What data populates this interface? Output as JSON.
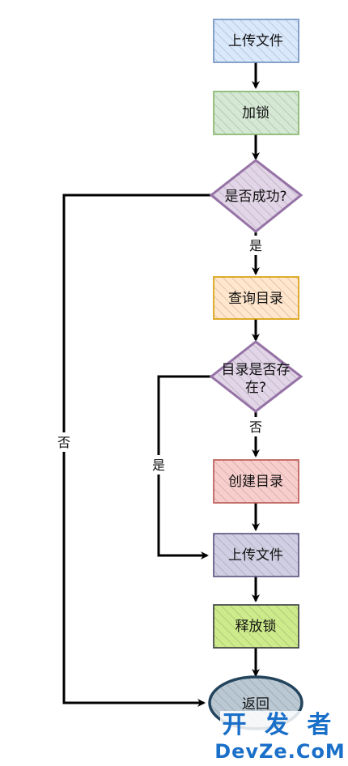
{
  "nodes": {
    "upload_file_1": {
      "label": "上传文件",
      "color": "#6c8ebf",
      "fill": "#dae8fc"
    },
    "lock": {
      "label": "加锁",
      "color": "#82b366",
      "fill": "#d5e8d4"
    },
    "lock_success": {
      "label": "是否成功?",
      "color": "#9673a6",
      "fill": "#e1d5e7"
    },
    "query_dir": {
      "label": "查询目录",
      "color": "#d79b00",
      "fill": "#ffe6cc"
    },
    "dir_exists_line1": {
      "label": "目录是否存"
    },
    "dir_exists_line2": {
      "label": "在?"
    },
    "dir_exists": {
      "color": "#9673a6",
      "fill": "#e1d5e7"
    },
    "create_dir": {
      "label": "创建目录",
      "color": "#b85450",
      "fill": "#f8cecc"
    },
    "upload_file_2": {
      "label": "上传文件",
      "color": "#56517e",
      "fill": "#d0cee2"
    },
    "release_lock": {
      "label": "释放锁",
      "color": "#36393d",
      "fill": "#cdeb8b"
    },
    "return": {
      "label": "返回",
      "color": "#23445d",
      "fill": "#bac8d3"
    }
  },
  "edges": {
    "lock_yes": "是",
    "lock_no": "否",
    "dir_exists_yes": "是",
    "dir_exists_no": "否"
  },
  "watermark": {
    "line1": "开 发 者",
    "line2": "DevZe.CoM",
    "color": "#1a6fc9"
  }
}
